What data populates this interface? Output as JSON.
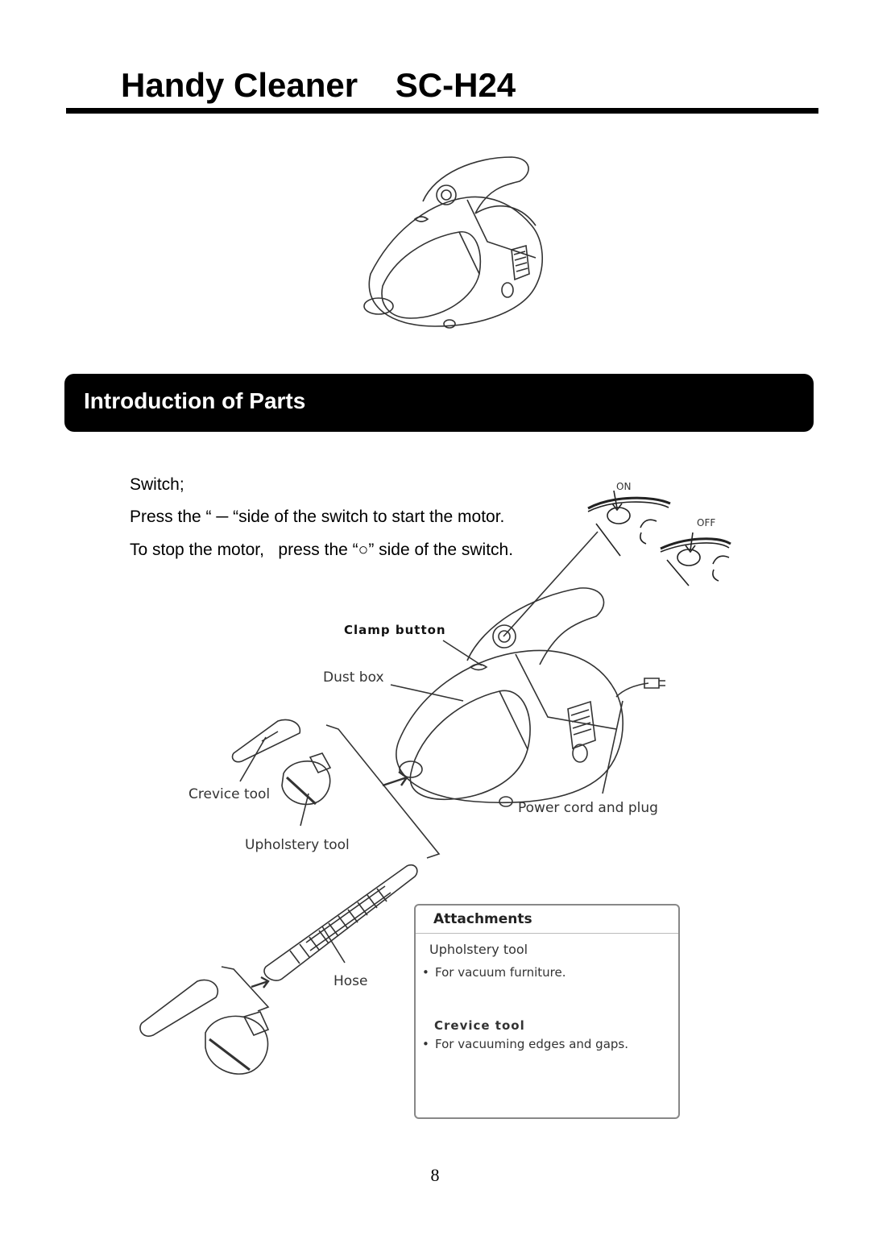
{
  "header": {
    "title": "Handy Cleaner    SC-H24"
  },
  "section": {
    "title": "Introduction of Parts"
  },
  "instructions": {
    "line1": "Switch;",
    "line2": "Press the “ ─ “side of the switch to start the motor.",
    "line3": "To stop the motor,   press the “○” side of the switch."
  },
  "switch_labels": {
    "on": "ON",
    "off": "OFF"
  },
  "callouts": {
    "clamp_button": "Clamp button",
    "dust_box": "Dust box",
    "crevice_tool": "Crevice tool",
    "upholstery_tool": "Upholstery tool",
    "power_cord": "Power cord and plug",
    "hose": "Hose"
  },
  "attachments": {
    "heading": "Attachments",
    "upholstery_title": "Upholstery tool",
    "upholstery_desc": "For vacuum furniture.",
    "crevice_title": "Crevice tool",
    "crevice_desc": "For vacuuming edges and gaps."
  },
  "page_number": "8"
}
